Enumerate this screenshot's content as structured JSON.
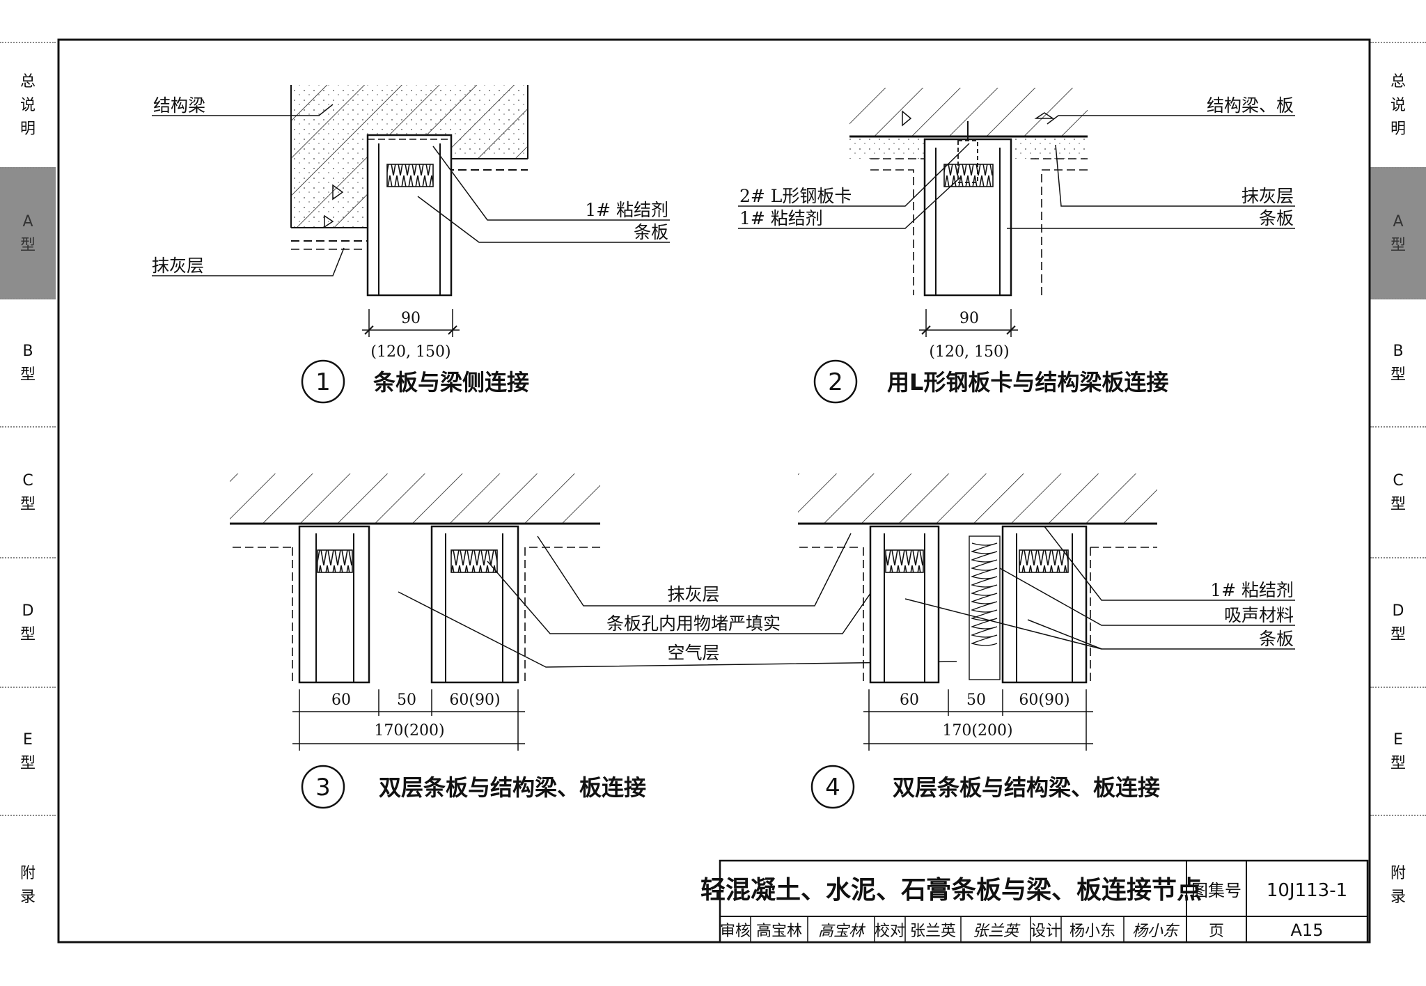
{
  "side_tabs": [
    {
      "chars": [
        "总",
        "说",
        "明"
      ],
      "active": false
    },
    {
      "chars": [
        "A",
        "型"
      ],
      "active": true
    },
    {
      "chars": [
        "B",
        "型"
      ],
      "active": false
    },
    {
      "chars": [
        "C",
        "型"
      ],
      "active": false
    },
    {
      "chars": [
        "D",
        "型"
      ],
      "active": false
    },
    {
      "chars": [
        "E",
        "型"
      ],
      "active": false
    },
    {
      "chars": [
        "附",
        "录"
      ],
      "active": false
    }
  ],
  "detail1": {
    "number": "1",
    "title": "条板与梁侧连接",
    "labels": {
      "beam": "结构梁",
      "adhesive": "1# 粘结剂",
      "panel": "条板",
      "plaster": "抹灰层"
    },
    "dims": {
      "width": "90",
      "alt": "(120, 150)"
    }
  },
  "detail2": {
    "number": "2",
    "title": "用L形钢板卡与结构梁板连接",
    "labels": {
      "beam": "结构梁、板",
      "clip": "2# L形钢板卡",
      "adhesive": "1# 粘结剂",
      "plaster": "抹灰层",
      "panel": "条板"
    },
    "dims": {
      "width": "90",
      "alt": "(120, 150)"
    }
  },
  "detail3": {
    "number": "3",
    "title": "双层条板与结构梁、板连接",
    "dims": {
      "a": "60",
      "b": "50",
      "c": "60(90)",
      "total": "170(200)"
    }
  },
  "shared_labels": {
    "plaster": "抹灰层",
    "fill": "条板孔内用物堵严填实",
    "air": "空气层"
  },
  "detail4": {
    "number": "4",
    "title": "双层条板与结构梁、板连接",
    "labels": {
      "adhesive": "1# 粘结剂",
      "sound": "吸声材料",
      "panel": "条板"
    },
    "dims": {
      "a": "60",
      "b": "50",
      "c": "60(90)",
      "total": "170(200)"
    }
  },
  "title_block": {
    "title": "轻混凝土、水泥、石膏条板与梁、板连接节点",
    "atlas_label": "图集号",
    "atlas_no": "10J113-1",
    "review_label": "审核",
    "reviewer": "高宝林",
    "reviewer_sign": "高宝林",
    "check_label": "校对",
    "checker": "张兰英",
    "checker_sign": "张兰英",
    "design_label": "设计",
    "designer": "杨小东",
    "designer_sign": "杨小东",
    "page_label": "页",
    "page_no": "A15"
  }
}
